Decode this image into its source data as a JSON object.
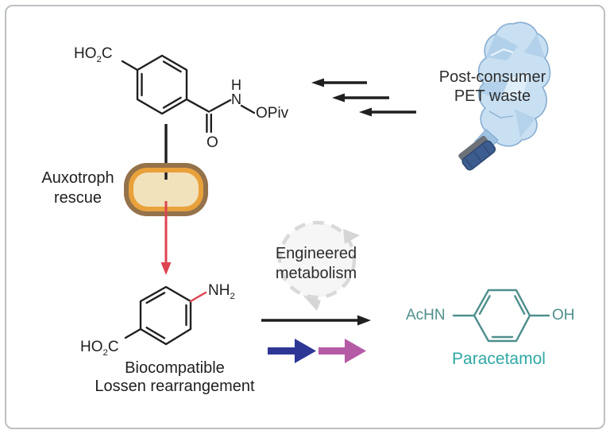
{
  "palette": {
    "ink": "#1f1f1f",
    "red": "#dd4450",
    "blue": "#2e3695",
    "magenta": "#b55ba6",
    "teal": "#4e8f8c",
    "teal_bright": "#2fa8a5",
    "capsule_brown": "#94724a",
    "capsule_orange": "#e8a13b",
    "capsule_cream": "#f2e2bc",
    "gray_dash": "#d9d9d9",
    "gray_fill": "#f6f6f6",
    "gray_arrow": "#d5d5d5",
    "bottle_light": "#c9e0f2",
    "bottle_mid": "#9dc2e2",
    "bottle_deep": "#6f9cc8",
    "bottle_outline": "#86add2",
    "bottle_sheen": "#e3f0fa",
    "cap_blue": "#3d5c90",
    "cap_dark": "#2c4770",
    "cap_ring": "#6c7179",
    "frame": "#bcc0c2"
  },
  "molecule_top": {
    "acid": {
      "pre": "HO",
      "sub": "2",
      "post": "C"
    },
    "h": "H",
    "n": "N",
    "opiv": "OPiv",
    "o": "O"
  },
  "pet_waste": {
    "line1": "Post-consumer",
    "line2": "PET waste"
  },
  "auxotroph": {
    "line1": "Auxotroph",
    "line2": "rescue"
  },
  "engineered": {
    "line1": "Engineered",
    "line2": "metabolism"
  },
  "paba": {
    "amine": {
      "pre": "NH",
      "sub": "2"
    },
    "acid": {
      "pre": "HO",
      "sub": "2",
      "post": "C"
    },
    "caption_line1": "Biocompatible",
    "caption_line2": "Lossen rearrangement"
  },
  "paracetamol": {
    "achn": "AcHN",
    "oh": "OH",
    "label": "Paracetamol"
  }
}
